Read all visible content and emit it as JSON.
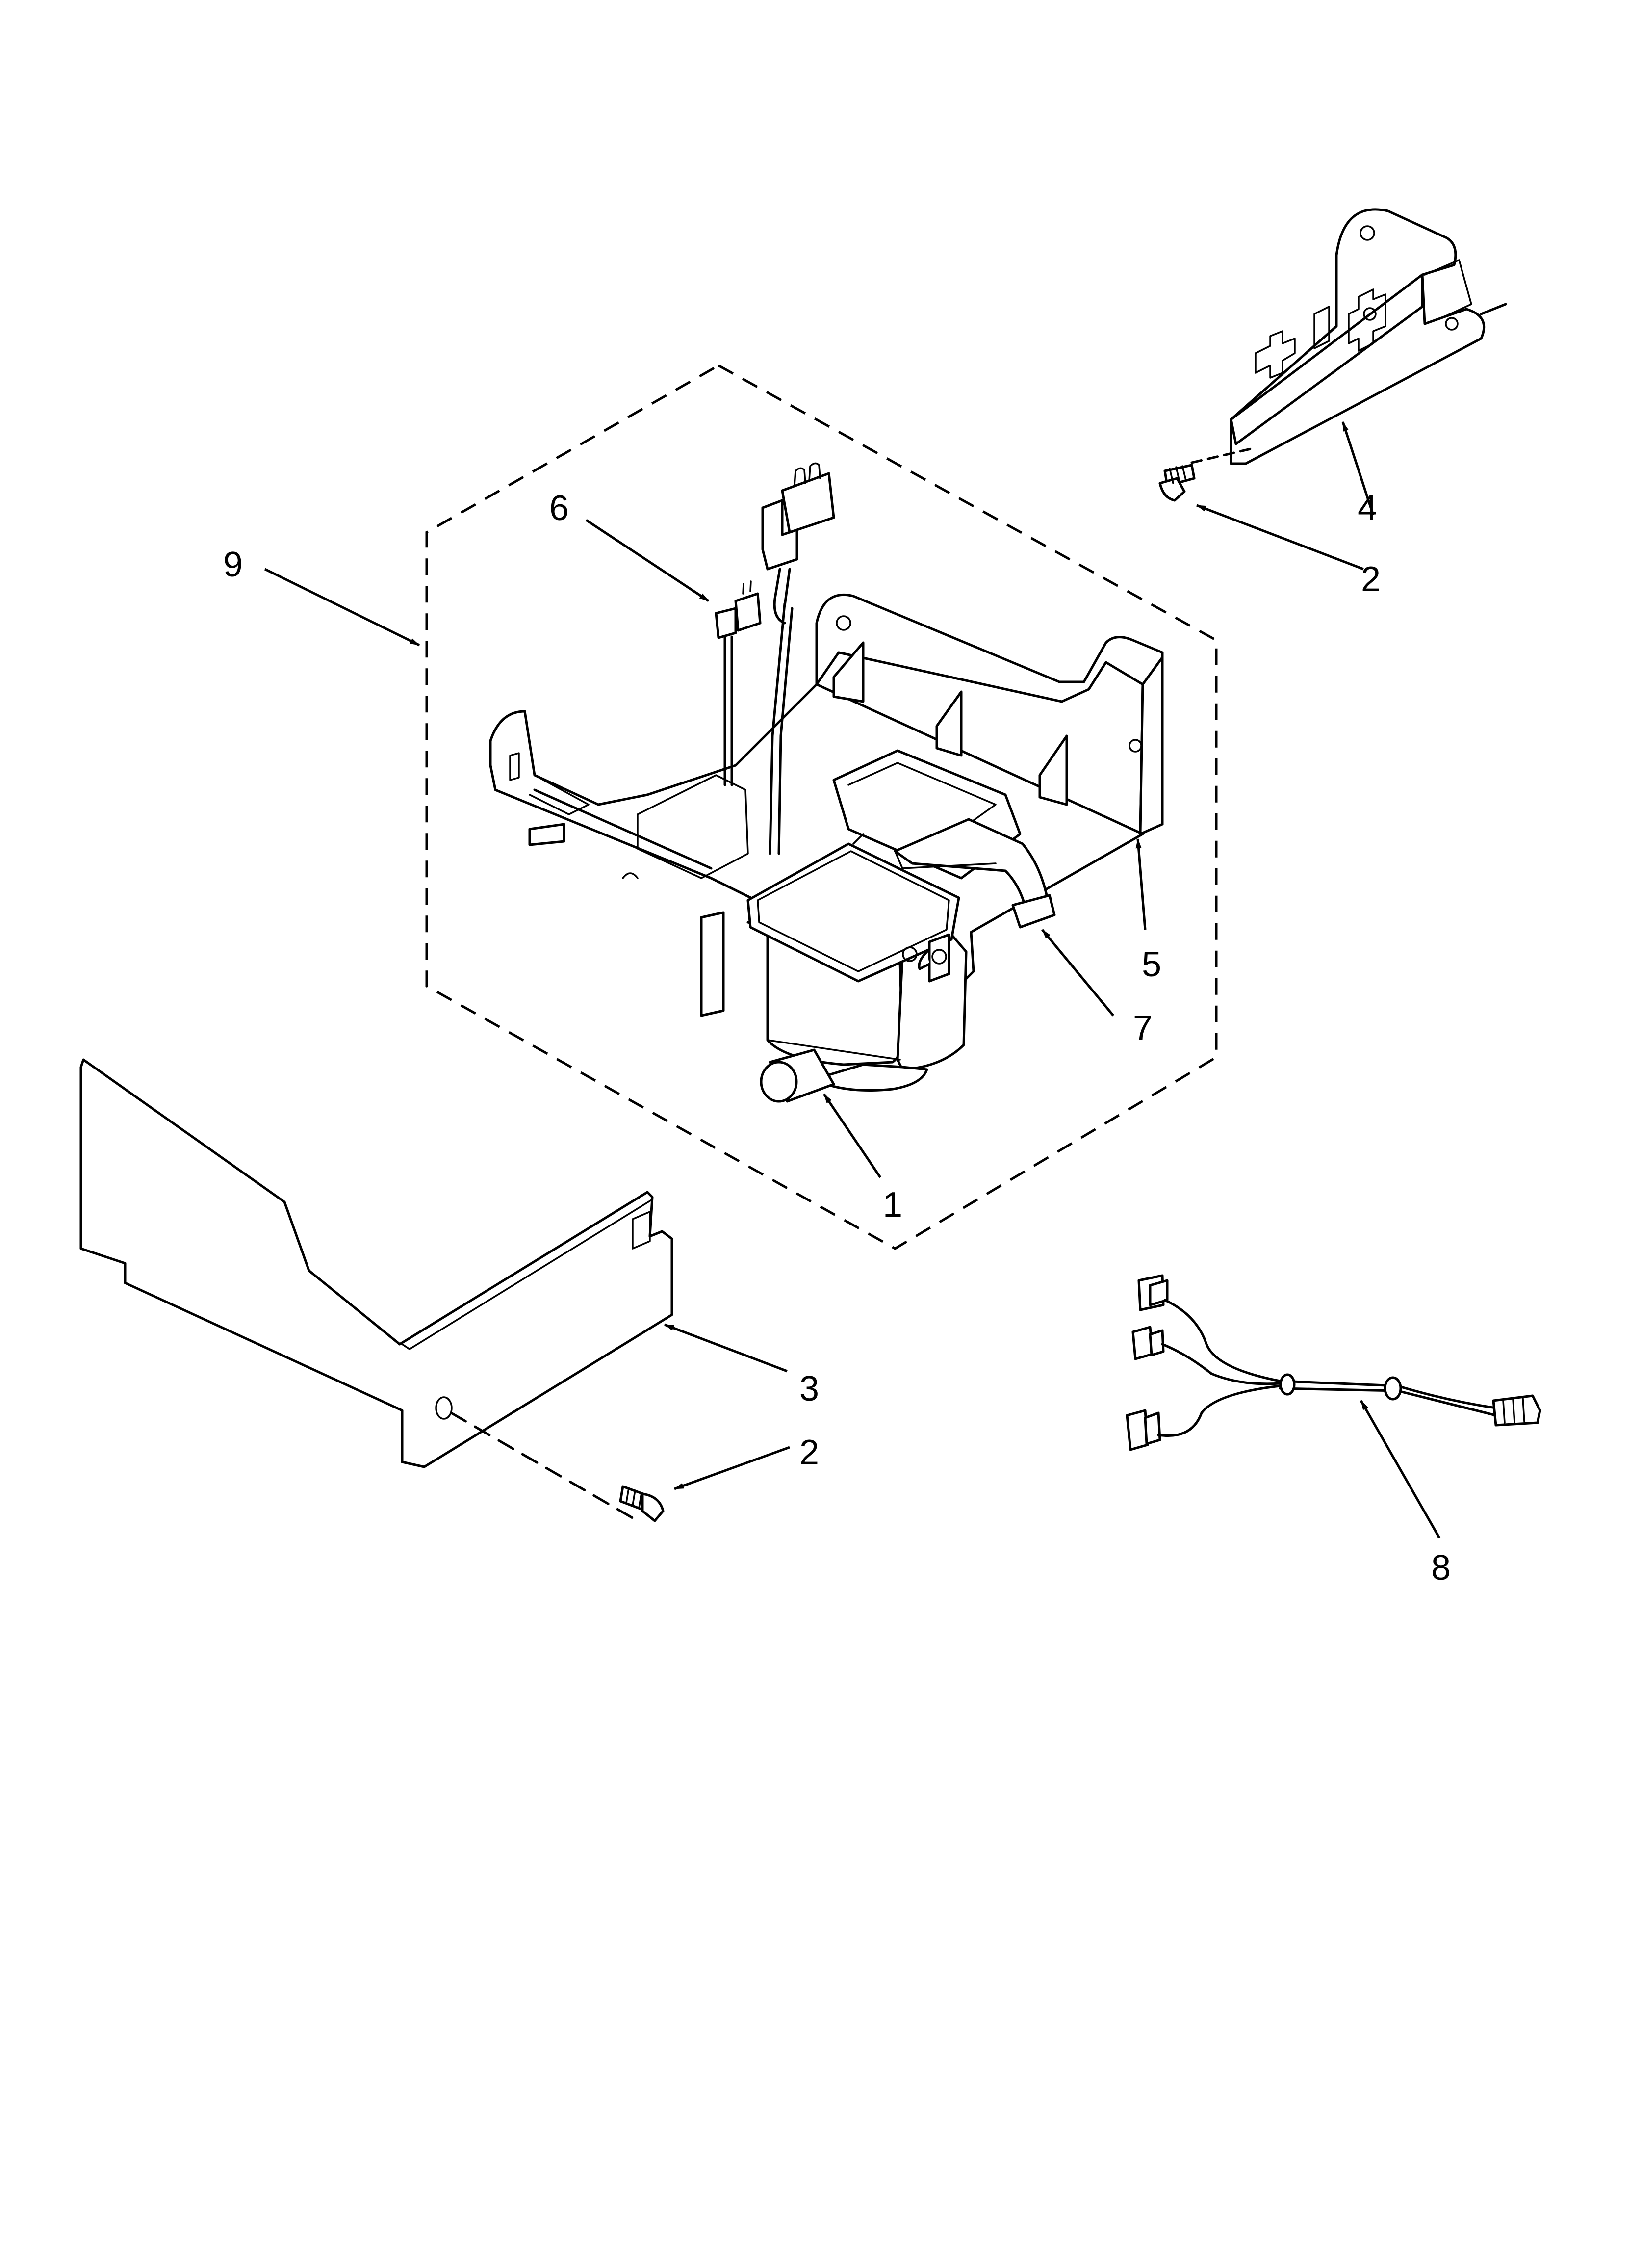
{
  "callouts": {
    "c1": "1",
    "c2a": "2",
    "c2b": "2",
    "c3": "3",
    "c4": "4",
    "c5": "5",
    "c6": "6",
    "c7": "7",
    "c8": "8",
    "c9": "9"
  }
}
